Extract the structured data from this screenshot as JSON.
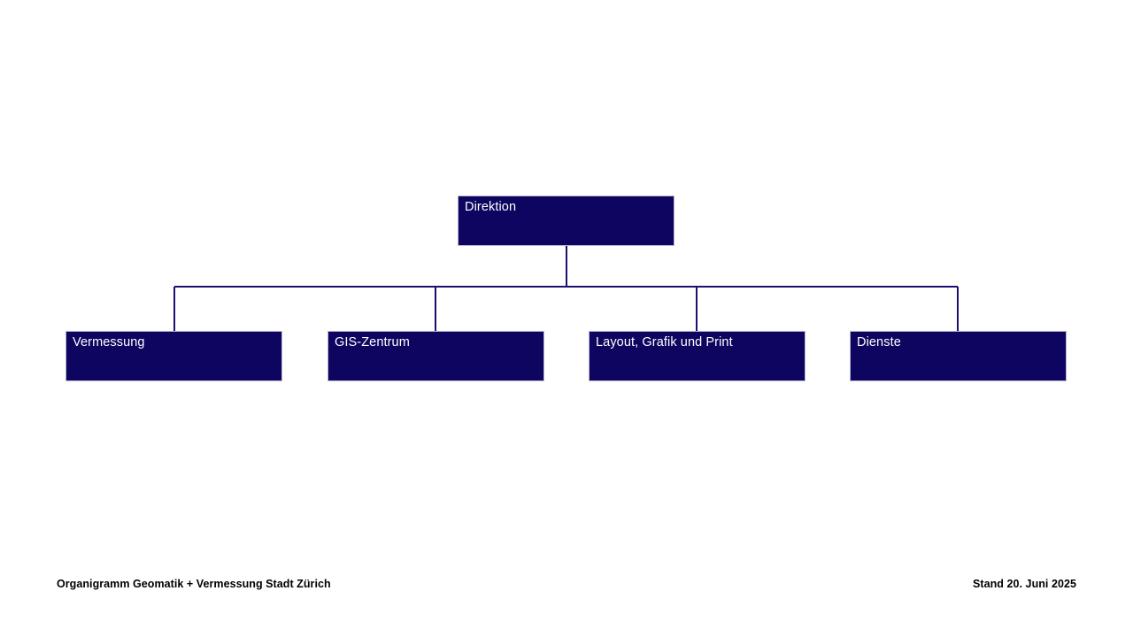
{
  "document": {
    "title": "Organigramm Geomatik + Vermessung Stadt Zürich"
  },
  "colors": {
    "box_fill": "#0d0560",
    "box_border": "#b9b4d2",
    "connector": "#1a1070",
    "box_text": "#ffffff",
    "footer_text": "#000000",
    "background": "#ffffff"
  },
  "org_chart": {
    "root": {
      "label": "Direktion"
    },
    "children": [
      {
        "label": "Vermessung"
      },
      {
        "label": "GIS-Zentrum"
      },
      {
        "label": "Layout, Grafik und Print"
      },
      {
        "label": "Dienste"
      }
    ]
  },
  "footer": {
    "left": "Organigramm Geomatik + Vermessung Stadt Zürich",
    "right": "Stand 20. Juni 2025"
  }
}
